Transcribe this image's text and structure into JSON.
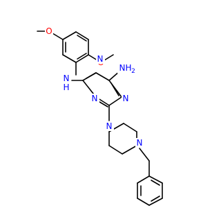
{
  "atom_labels": {
    "methoxy_top_o": "O",
    "methoxy_right_o": "O",
    "amine_n": "N",
    "amine_h": "H",
    "triazine_n_top": "N",
    "triazine_n_right": "N",
    "triazine_n_bottom": "N",
    "nh2_n": "N",
    "nh2_h": "H",
    "nh2_sub": "2",
    "piperazine_n1": "N",
    "piperazine_n4": "N"
  },
  "colors": {
    "bond": "#000000",
    "nitrogen": "#0000ff",
    "oxygen": "#ff0000"
  }
}
